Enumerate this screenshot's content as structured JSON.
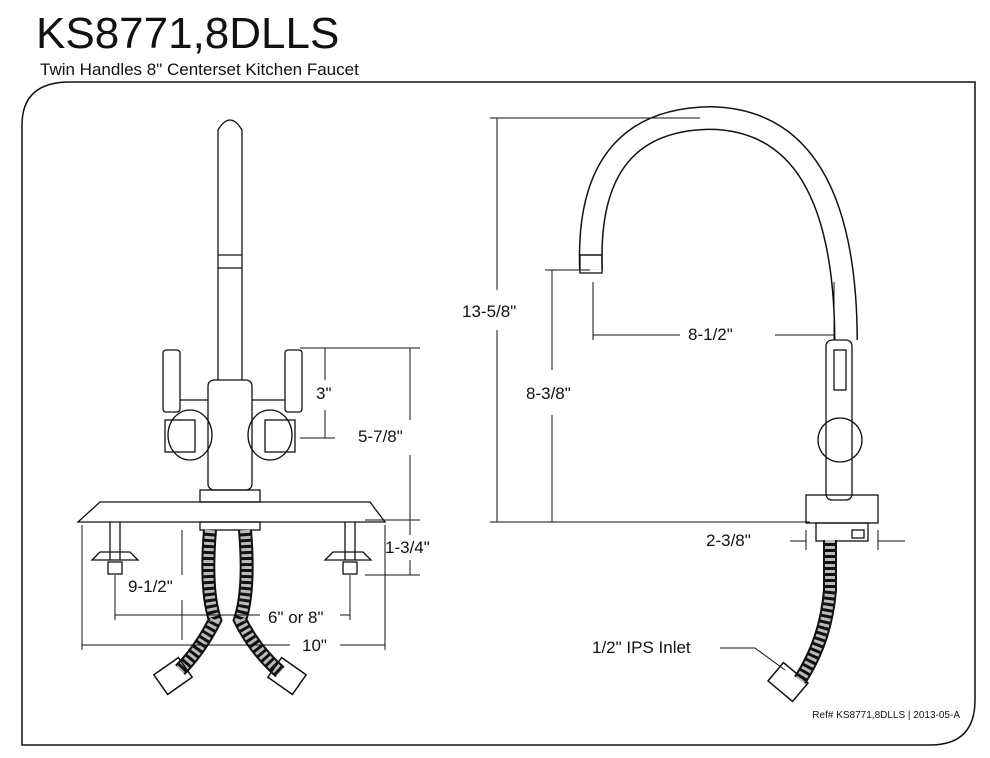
{
  "title": "KS8771,8DLLS",
  "subtitle": "Twin Handles 8\" Centerset Kitchen Faucet",
  "front_view": {
    "dimensions": {
      "handle_height": "3\"",
      "body_height": "5-7/8\"",
      "deck_thickness": "1-3/4\"",
      "hose_length": "9-1/2\"",
      "centers": "6\" or 8\"",
      "plate_width": "10\""
    }
  },
  "side_view": {
    "dimensions": {
      "overall_height": "13-5/8\"",
      "spout_reach": "8-1/2\"",
      "spout_clearance": "8-3/8\"",
      "base_diameter": "2-3/8\""
    },
    "inlet_label": "1/2\" IPS Inlet"
  },
  "reference": "Ref# KS8771,8DLLS | 2013-05-A"
}
